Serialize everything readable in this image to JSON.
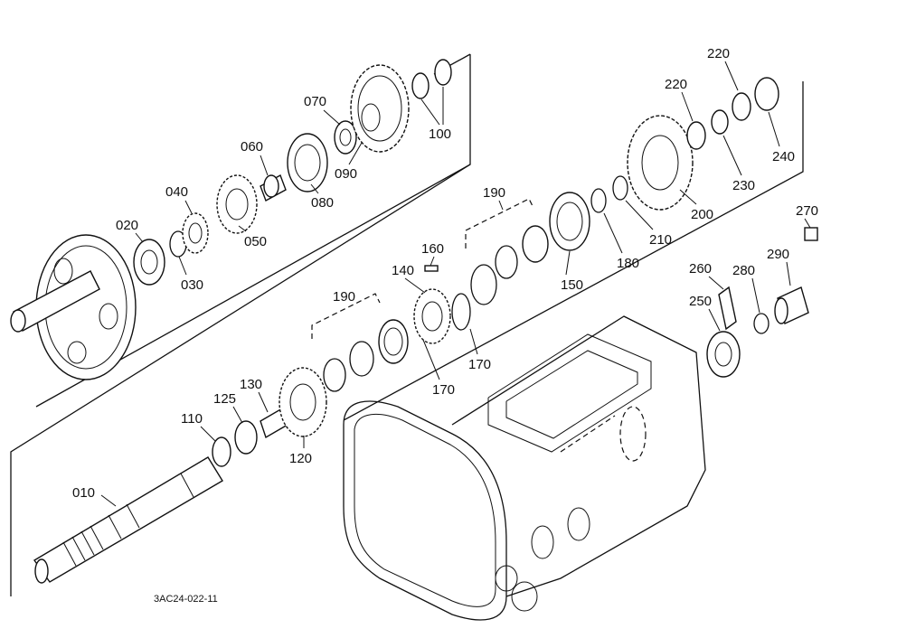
{
  "diagram": {
    "labels": {
      "p010": "010",
      "p020": "020",
      "p030": "030",
      "p040": "040",
      "p050": "050",
      "p060": "060",
      "p070": "070",
      "p080": "080",
      "p090": "090",
      "p100": "100",
      "p110": "110",
      "p120": "120",
      "p125": "125",
      "p130": "130",
      "p140": "140",
      "p150": "150",
      "p160": "160",
      "p170a": "170",
      "p170b": "170",
      "p180": "180",
      "p190a": "190",
      "p190b": "190",
      "p200": "200",
      "p210": "210",
      "p220a": "220",
      "p220b": "220",
      "p230": "230",
      "p240": "240",
      "p250": "250",
      "p260": "260",
      "p270": "270",
      "p280": "280",
      "p290": "290"
    },
    "footer_code": "3AC24-022-11"
  }
}
